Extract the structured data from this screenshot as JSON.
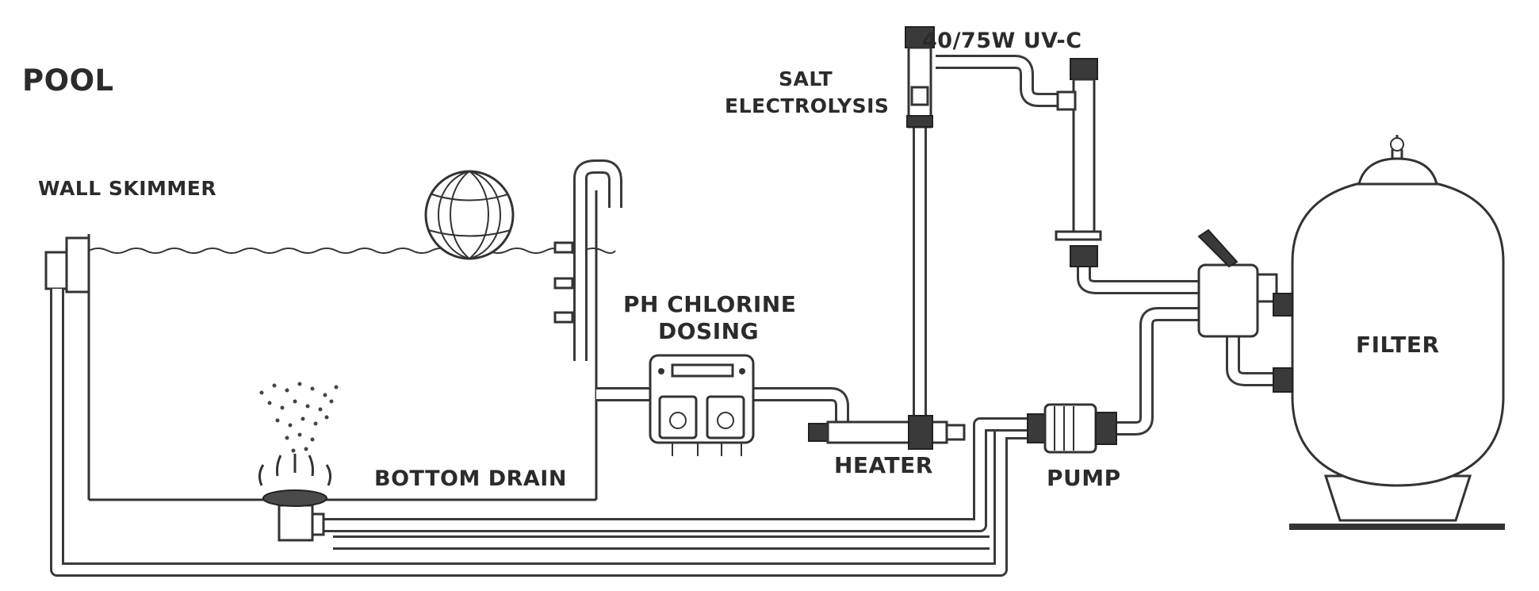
{
  "labels": {
    "pool": "POOL",
    "wall_skimmer": "WALL SKIMMER",
    "ph_chlorine_line1": "PH CHLORINE",
    "ph_chlorine_line2": "DOSING",
    "salt_line1": "SALT",
    "salt_line2": "ELECTROLYSIS",
    "uv": "40/75W UV-C",
    "filter": "FILTER",
    "bottom_drain": "BOTTOM DRAIN",
    "heater": "HEATER",
    "pump": "PUMP"
  }
}
